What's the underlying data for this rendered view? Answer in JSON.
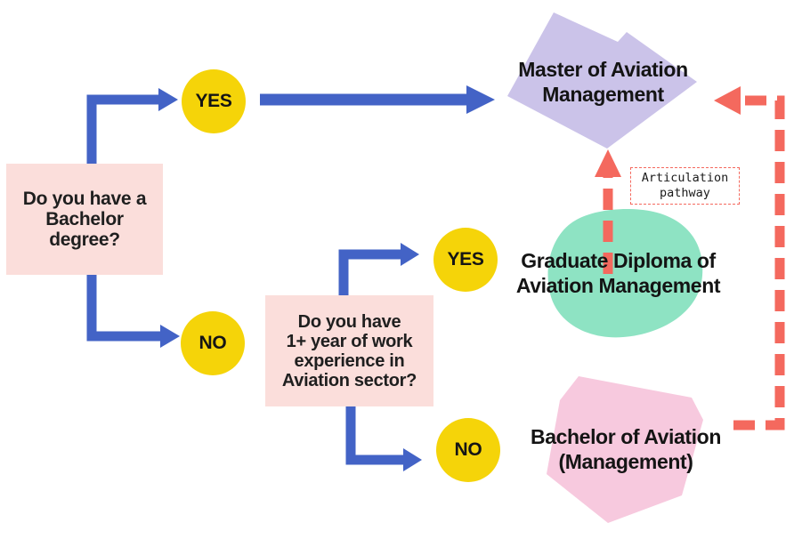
{
  "flowchart": {
    "questions": {
      "q1": "Do you have a\nBachelor\ndegree?",
      "q2": "Do you have\n1+ year of work\nexperience in\nAviation sector?"
    },
    "decisions": {
      "q1_yes": "YES",
      "q1_no": "NO",
      "q2_yes": "YES",
      "q2_no": "NO"
    },
    "outcomes": {
      "master": "Master of Aviation\nManagement",
      "graduate_diploma": "Graduate Diploma of\nAviation Management",
      "bachelor": "Bachelor of Aviation\n(Management)"
    },
    "annotation": {
      "articulation": "Articulation\npathway"
    }
  },
  "colors": {
    "blue_arrow": "#4363C6",
    "yellow_decision_circle": "#F5D409",
    "salmon_dashed_arrow": "#F4695E",
    "pink_question_box": "#FBDEDB",
    "purple_outcome_blob": "#CBC3E9",
    "green_outcome_blob": "#8EE3C3",
    "pink_outcome_blob": "#F7C9DE",
    "background": "#FFFFFF",
    "text": "#1B1B1B"
  }
}
